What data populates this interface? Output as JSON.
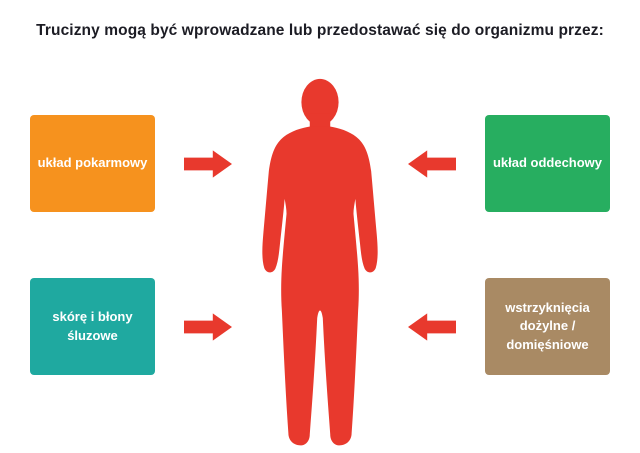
{
  "title": "Trucizny mogą być wprowadzane lub przedostawać się do organizmu przez:",
  "boxes": {
    "top_left": {
      "label": "układ pokarmowy",
      "color": "#F6921E"
    },
    "top_right": {
      "label": "układ oddechowy",
      "color": "#27AE60"
    },
    "bottom_left": {
      "label": "skórę i błony śluzowe",
      "color": "#1FA9A0"
    },
    "bottom_right": {
      "label": "wstrzyknięcia dożylne / domięśniowe",
      "color": "#A98A64"
    }
  },
  "figure": {
    "name": "human-body-silhouette",
    "color": "#E8392D"
  },
  "arrows": {
    "color": "#E8392D"
  }
}
